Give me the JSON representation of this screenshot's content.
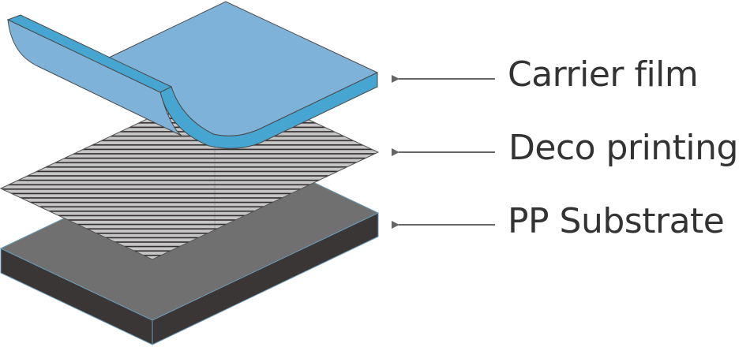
{
  "diagram": {
    "title": "Layer structure",
    "layers": [
      {
        "id": "carrier",
        "label": "Carrier film",
        "face_color": "#7fb2d8",
        "edge_color": "#46a6d1"
      },
      {
        "id": "deco",
        "label": "Deco printing",
        "face_color": "#c6c6c6",
        "stripe_color": "#2e2a2a"
      },
      {
        "id": "substrate",
        "label": "PP Substrate",
        "face_color": "#707070",
        "side_color": "#3a3636"
      }
    ],
    "arrow_color": "#666666",
    "outline_color": "#4a4a4a"
  }
}
